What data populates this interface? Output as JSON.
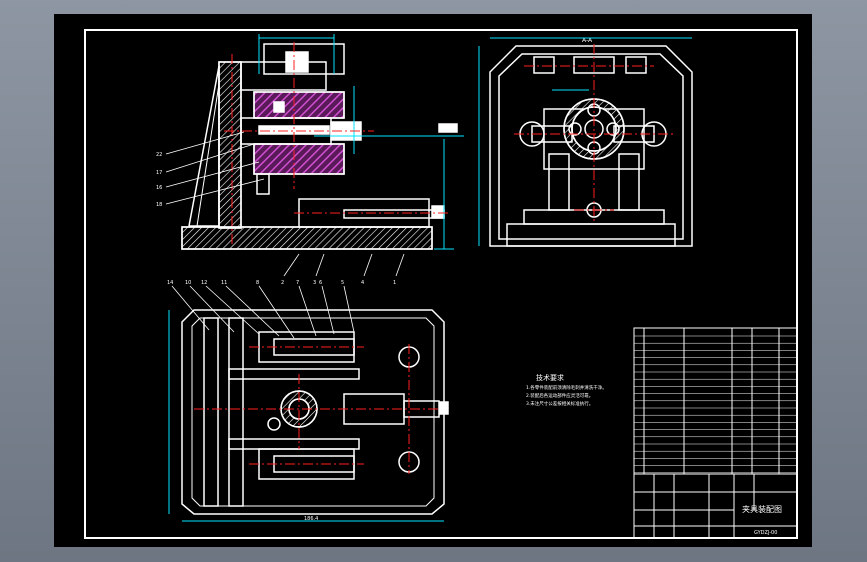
{
  "section_label": "A-A",
  "tech_requirements": {
    "title": "技术要求",
    "lines": [
      "1.各零件装配前须清除毛刺并清洗干净。",
      "2.装配后各运动部件应灵活可靠。",
      "3.未注尺寸公差按相关标准执行。"
    ]
  },
  "title_block": {
    "drawing_title": "夹具装配图",
    "drawing_number": "GYDZJ-00"
  },
  "dimensions": {
    "top_view_width": "186.4"
  },
  "balloons": {
    "front_view_bottom": [
      "2",
      "3",
      "4",
      "1"
    ],
    "front_view_left": [
      "22",
      "17",
      "16",
      "18"
    ],
    "top_view_top": [
      "14",
      "10",
      "12",
      "11",
      "8",
      "7",
      "6",
      "5"
    ]
  },
  "colors": {
    "background": "#000000",
    "outline": "#ffffff",
    "centerline": "#ff2020",
    "dimension": "#00e5ff",
    "hatch": "#c040c0",
    "ground_hatch": "#ffffff"
  }
}
